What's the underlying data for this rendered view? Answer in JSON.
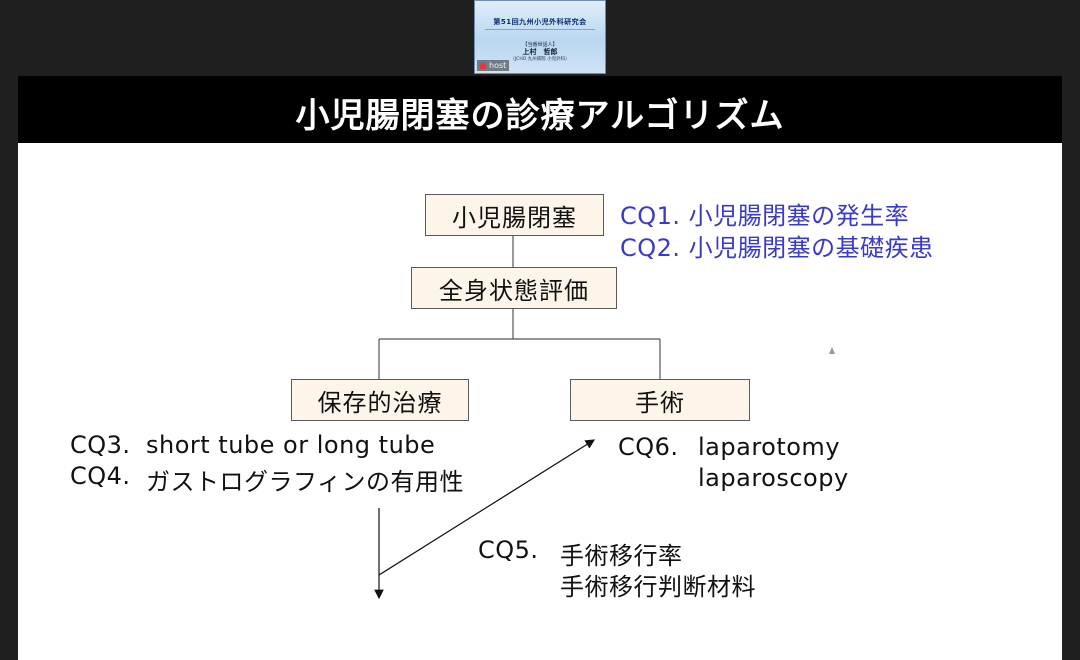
{
  "thumbnail": {
    "title": "第51回九州小児外科研究会",
    "role": "【当番世話人】",
    "name": "上村　哲郎",
    "affiliation": "（JCHO 九州病院 小児外科）",
    "host_label": "host"
  },
  "slide": {
    "title": "小児腸閉塞の診療アルゴリズム",
    "boxes": {
      "obstruction": "小児腸閉塞",
      "assessment": "全身状態評価",
      "conservative": "保存的治療",
      "surgery": "手術"
    },
    "cq1": "CQ1. 小児腸閉塞の発生率",
    "cq2": "CQ2. 小児腸閉塞の基礎疾患",
    "cq3_label": "CQ3.",
    "cq3_text": "short tube or long tube",
    "cq4_label": "CQ4.",
    "cq4_text": "ガストログラフィンの有用性",
    "cq5_label": "CQ5.",
    "cq5_line1": "手術移行率",
    "cq5_line2": "手術移行判断材料",
    "cq6_label": "CQ6.",
    "cq6_line1": "laparotomy",
    "cq6_line2": "laparoscopy"
  },
  "colors": {
    "cq_blue": "#3a3ac8",
    "box_fill": "#fdf5ea",
    "title_bar": "#000000",
    "background": "#1f1f1f"
  }
}
